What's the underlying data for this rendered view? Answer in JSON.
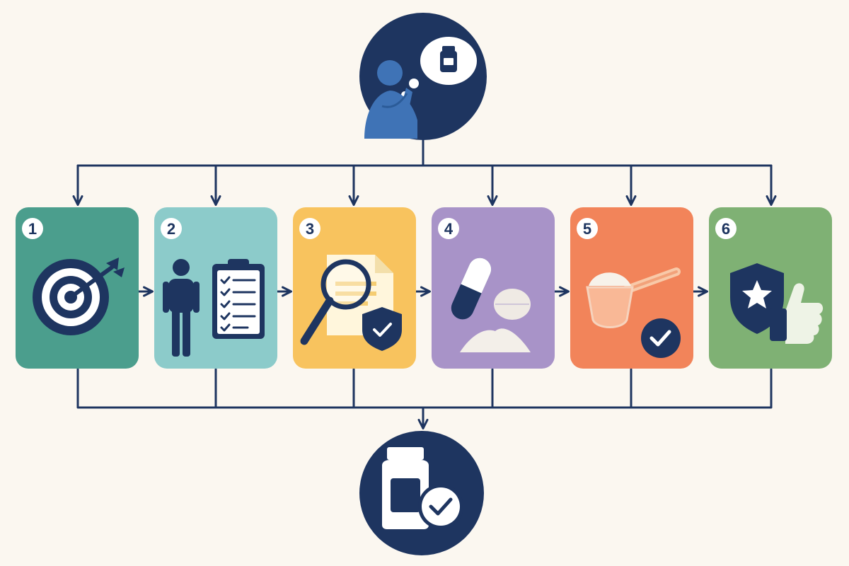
{
  "colors": {
    "navy": "#1e3560",
    "background": "#fbf7f0",
    "connector": "#1e3560",
    "start_figure": "#3f73b6",
    "white": "#ffffff"
  },
  "start_node": {
    "icon": "person-thinking-about-supplement-icon"
  },
  "end_node": {
    "icon": "supplement-bottle-checkmark-icon"
  },
  "steps": [
    {
      "number": "1",
      "color": "#4b9e8d",
      "icon": "target-icon"
    },
    {
      "number": "2",
      "color": "#8ccbca",
      "icon": "person-checklist-icon"
    },
    {
      "number": "3",
      "color": "#f8c35e",
      "icon": "document-search-shield-icon"
    },
    {
      "number": "4",
      "color": "#a893c8",
      "icon": "capsule-tablet-powder-icon"
    },
    {
      "number": "5",
      "color": "#f2845a",
      "icon": "powder-scoop-check-icon"
    },
    {
      "number": "6",
      "color": "#7fb174",
      "icon": "shield-star-thumbs-up-icon"
    }
  ]
}
